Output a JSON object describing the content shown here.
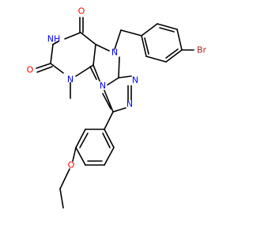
{
  "colors": {
    "bond": "#000000",
    "nitrogen": "#0000ff",
    "oxygen": "#ff0000",
    "bromine": "#a52a2a",
    "carbon_text": "#000000"
  },
  "atoms": {
    "o_top": "O",
    "nh": "NH",
    "o_left": "O",
    "n_methyl": "N",
    "methyl": "",
    "n_benzyl": "N",
    "n_fused": "N",
    "n_triazole_1": "N",
    "n_triazole_2": "N",
    "br": "Br",
    "o_ether": "O"
  }
}
